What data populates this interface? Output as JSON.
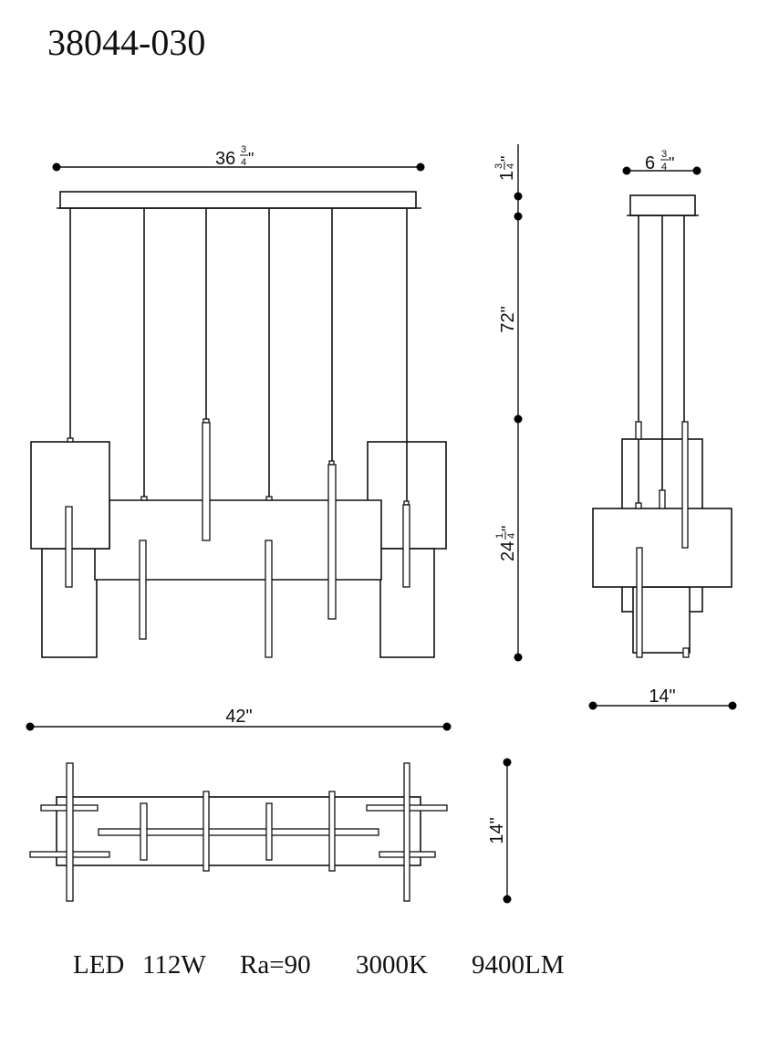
{
  "title": "38044-030",
  "front_view": {
    "width_dim": {
      "whole": "36",
      "num": "3",
      "den": "4",
      "unit": "\""
    },
    "overall_width_dim": {
      "label": "42\""
    }
  },
  "side_view": {
    "canopy_width_dim": {
      "whole": "6",
      "num": "3",
      "den": "4",
      "unit": "\""
    },
    "canopy_height_dim": {
      "whole": "1",
      "num": "3",
      "den": "4",
      "unit": "\""
    },
    "cord_length_dim": {
      "label": "72\""
    },
    "body_height_dim": {
      "whole": "24",
      "num": "1",
      "den": "4",
      "unit": "\""
    },
    "depth_dim": {
      "label": "14\""
    }
  },
  "top_view": {
    "depth_dim": {
      "label": "14\""
    }
  },
  "specs": {
    "type": "LED",
    "wattage": "112W",
    "cri": "Ra=90",
    "color_temp": "3000K",
    "lumens": "9400LM"
  }
}
